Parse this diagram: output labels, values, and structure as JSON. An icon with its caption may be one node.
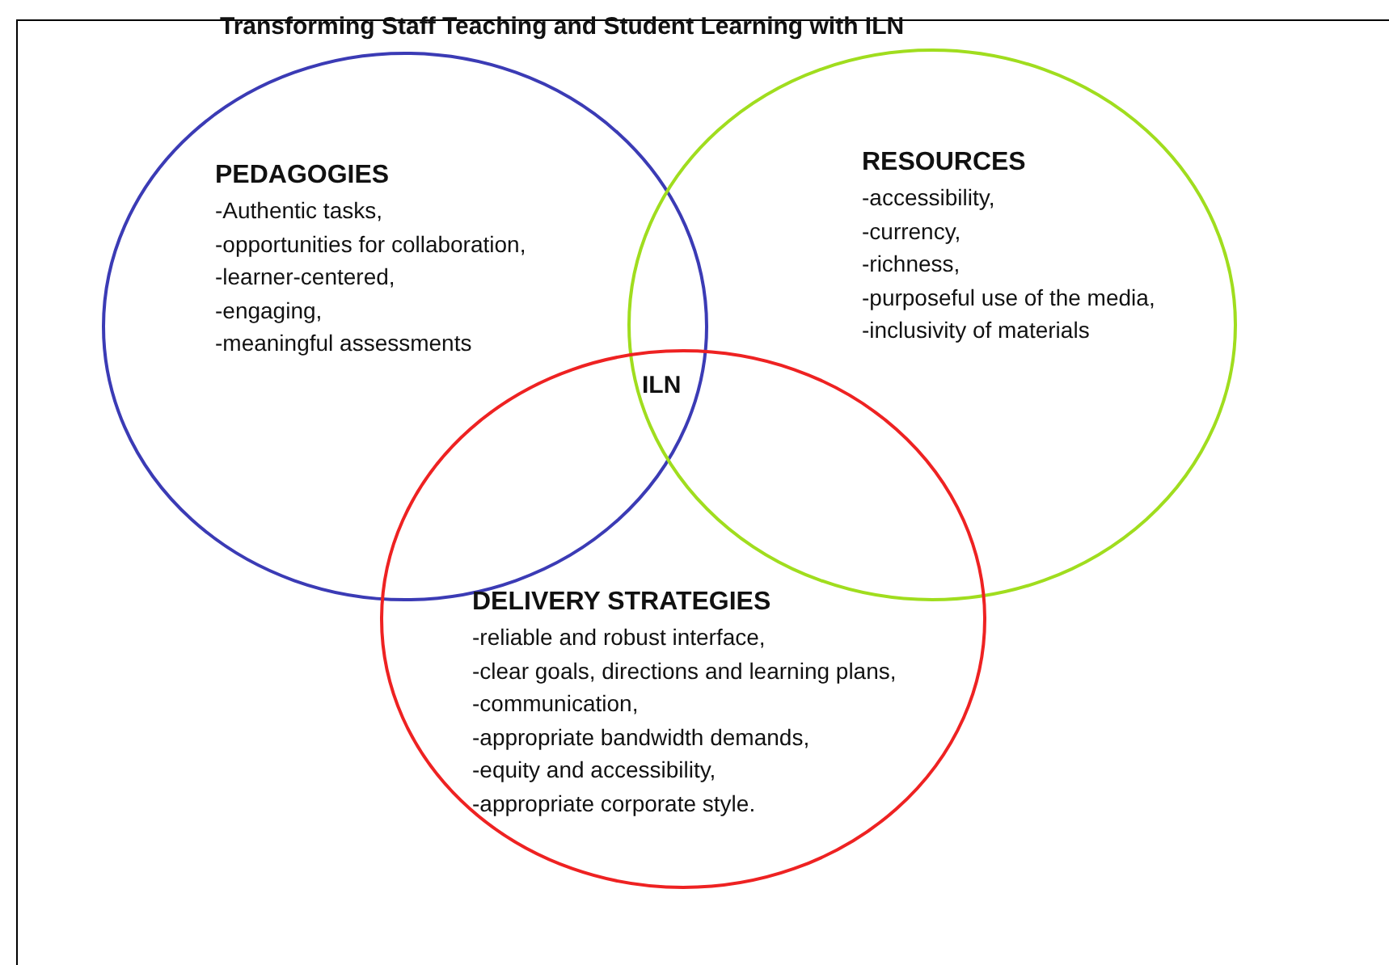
{
  "diagram": {
    "title": "Transforming Staff Teaching and Student Learning with ILN",
    "nodes": [
      {
        "text": [
          "PEDAGOGIES",
          "-Authentic tasks,",
          "-opportunities for collaboration,",
          "-learner-centered,",
          "-engaging,",
          "-meaningful assessments"
        ]
      },
      {
        "text": [
          "RESOURCES",
          "-accessibility,",
          "-currency,",
          "-richness,",
          "-purposeful use of the media,",
          "-inclusivity of materials"
        ]
      },
      {
        "text": [
          "DELIVERY STRATEGIES",
          "-reliable and robust interface,",
          "-clear goals, directions and learning plans,",
          "-communication,",
          "-appropriate bandwidth demands,",
          "-equity and accessibility,",
          "-appropriate corporate style."
        ]
      }
    ],
    "labels": [
      "ILN"
    ]
  }
}
